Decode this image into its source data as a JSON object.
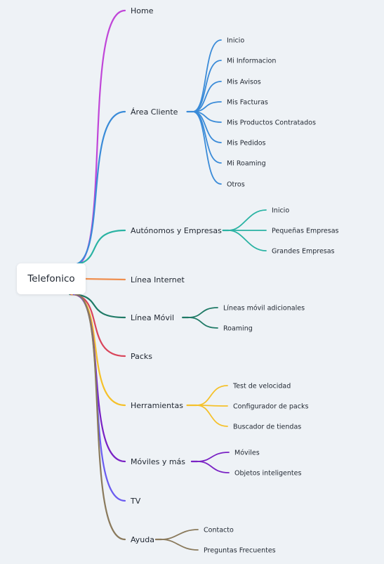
{
  "root": {
    "label": "Telefonico"
  },
  "branches": [
    {
      "label": "Home",
      "color": "#c046d8",
      "children": []
    },
    {
      "label": "Área Cliente",
      "color": "#3a8bd8",
      "children": [
        "Inicio",
        "Mi Informacion",
        "Mis Avisos",
        "Mis Facturas",
        "Mis Productos Contratados",
        "Mis Pedidos",
        "Mi Roaming",
        "Otros"
      ]
    },
    {
      "label": "Autónomos y Empresas",
      "color": "#2ab3a3",
      "children": [
        "Inicio",
        "Pequeñas Empresas",
        "Grandes Empresas"
      ]
    },
    {
      "label": "Línea Internet",
      "color": "#ef8f4f",
      "children": []
    },
    {
      "label": "Línea Móvil",
      "color": "#1f7a66",
      "children": [
        "Líneas móvil adicionales",
        "Roaming"
      ]
    },
    {
      "label": "Packs",
      "color": "#d9455a",
      "children": []
    },
    {
      "label": "Herramientas",
      "color": "#f5c12a",
      "children": [
        "Test de velocidad",
        "Configurador de packs",
        "Buscador de tiendas"
      ]
    },
    {
      "label": "Móviles y más",
      "color": "#7a22c4",
      "children": [
        "Móviles",
        "Objetos inteligentes"
      ]
    },
    {
      "label": "TV",
      "color": "#6b5cf0",
      "children": []
    },
    {
      "label": "Ayuda",
      "color": "#8a7a5c",
      "children": [
        "Contacto",
        "Preguntas Frecuentes"
      ]
    }
  ]
}
